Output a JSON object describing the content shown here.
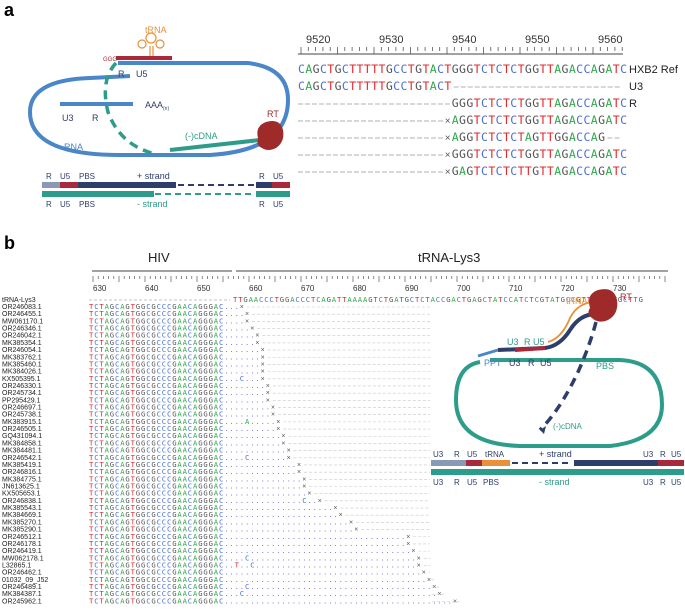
{
  "panel_a": {
    "label": "a",
    "schematic": {
      "trna": "tRNA",
      "ggg": "GGG",
      "r_top": "R",
      "u5_top": "U5",
      "aaa": "AAA",
      "aaa_sub": "(n)",
      "u3": "U3",
      "r_mid": "R",
      "rt": "RT",
      "rna": "RNA",
      "cdna": "(-)cDNA",
      "bar_top": {
        "r": "R",
        "u5": "U5",
        "pbs": "PBS",
        "strand": "+ strand",
        "r2": "R",
        "u52": "U5"
      },
      "bar_bottom": {
        "r": "R",
        "u5": "U5",
        "pbs": "PBS",
        "strand": "- strand",
        "r2": "R",
        "u52": "U5"
      }
    },
    "alignment": {
      "ruler": [
        "9520",
        "9530",
        "9540",
        "9550",
        "9560"
      ],
      "rows": [
        {
          "seq": "CAGCTGCTTTTTGCCTGTACTGGGTCTCTCTGGTTAGACCAGATC",
          "lead": "",
          "label": "HXB2 Ref"
        },
        {
          "seq": "CAGCTGCTTTTTGCCTGTACT",
          "lead": "",
          "label": "U3"
        },
        {
          "seq": "GGGTCTCTCTGGTTAGACCAGATC",
          "lead": "",
          "label": "R"
        },
        {
          "seq": "AGGTCTCTCTGGTTAGACCAGATC",
          "lead": "×",
          "label": ""
        },
        {
          "seq": "AGGTCTCTCTAGTTGGACCAG",
          "lead": "×",
          "label": ""
        },
        {
          "seq": "GGGTCTCTCTGGTTAGACCAGATC",
          "lead": "×",
          "label": ""
        },
        {
          "seq": "GAGTCTCTCTTGTTAGACCAGATC",
          "lead": "×",
          "label": ""
        }
      ]
    }
  },
  "panel_b": {
    "label": "b",
    "region_hiv": "HIV",
    "region_trna": "tRNA-Lys3",
    "ruler": [
      "630",
      "640",
      "650",
      "660",
      "670",
      "680",
      "690",
      "700",
      "710",
      "720",
      "730"
    ],
    "ref_label": "tRNA-Lys3",
    "ref_seq": "TTGAACCCTGGACCCTCAGATTAAAAGTCTGATGCTCTACCGACTGAGCTATCCATCTCGTATGCCGTTCTTCTGCTTG",
    "hiv_seq": "TCTAGCAGTGGCGCCCGAACAGGGAC",
    "rows": [
      {
        "id": "OR246083.1",
        "ext": "..."
      },
      {
        "id": "OR246455.1",
        "ext": "...."
      },
      {
        "id": "MW061170.1",
        "ext": "...."
      },
      {
        "id": "OR246346.1",
        "ext": "....."
      },
      {
        "id": "OR246042.1",
        "ext": "......"
      },
      {
        "id": "MK385354.1",
        "ext": "......"
      },
      {
        "id": "OR246054.1",
        "ext": "......."
      },
      {
        "id": "MK383762.1",
        "ext": "......."
      },
      {
        "id": "MK385460.1",
        "ext": "......."
      },
      {
        "id": "MK384026.1",
        "ext": "......."
      },
      {
        "id": "KX505395.1",
        "ext": "...C..."
      },
      {
        "id": "OR246330.1",
        "ext": "........"
      },
      {
        "id": "OR245734.1",
        "ext": "........"
      },
      {
        "id": "PP295429.1",
        "ext": "........"
      },
      {
        "id": "OR246697.1",
        "ext": "........."
      },
      {
        "id": "OR245738.1",
        "ext": "........."
      },
      {
        "id": "MK383915.1",
        "ext": "....A....."
      },
      {
        "id": "OR246505.1",
        "ext": ".........."
      },
      {
        "id": "GQ431094.1",
        "ext": "..........."
      },
      {
        "id": "MK384858.1",
        "ext": "..........."
      },
      {
        "id": "MK384481.1",
        "ext": "............"
      },
      {
        "id": "OR246542.1",
        "ext": "....C......."
      },
      {
        "id": "MK385419.1",
        "ext": ".............."
      },
      {
        "id": "OR246816.1",
        "ext": ".............."
      },
      {
        "id": "MK384775.1",
        "ext": "..............."
      },
      {
        "id": "JN613625.1",
        "ext": "..............."
      },
      {
        "id": "KX505653.1",
        "ext": "................"
      },
      {
        "id": "OR246838.1",
        "ext": "...............C.."
      },
      {
        "id": "MK385543.1",
        "ext": "....................."
      },
      {
        "id": "MK384669.1",
        "ext": "......................"
      },
      {
        "id": "MK385270.1",
        "ext": "........................"
      },
      {
        "id": "MK385290.1",
        "ext": "........................."
      },
      {
        "id": "OR246512.1",
        "ext": "..................................."
      },
      {
        "id": "OR246178.1",
        "ext": "..................................."
      },
      {
        "id": "OR246419.1",
        "ext": "...................................."
      },
      {
        "id": "MW062178.1",
        "ext": "....C................................"
      },
      {
        "id": "L32865.1",
        "ext": "..T..C..............................."
      },
      {
        "id": "OR246462.1",
        "ext": "......................................"
      },
      {
        "id": "01032_09_J52",
        "ext": "......................................."
      },
      {
        "id": "OR246489.1",
        "ext": "....C..................................."
      },
      {
        "id": "MK384387.1",
        "ext": "...C....................................."
      },
      {
        "id": "OR245962.1",
        "ext": "............................................"
      }
    ],
    "schematic": {
      "trna": "tRNA",
      "rt": "RT",
      "u3": "U3",
      "r": "R",
      "u5": "U5",
      "ppt": "PPT",
      "u3b": "U3",
      "rb": "R",
      "u5b": "U5",
      "pbs": "PBS",
      "cdna": "(-)cDNA",
      "bar_top": {
        "u3": "U3",
        "r": "R",
        "u5": "U5",
        "trna": "tRNA",
        "strand": "+ strand",
        "u3b": "U3",
        "rb": "R",
        "u5b": "U5"
      },
      "bar_bottom": {
        "u3": "U3",
        "r": "R",
        "u5": "U5",
        "pbs": "PBS",
        "strand": "- strand",
        "u3b": "U3",
        "rb": "R",
        "u5b": "U5"
      }
    }
  },
  "colors": {
    "A": "#2fa84a",
    "C": "#4a6fd4",
    "G": "#555555",
    "T": "#e0282d",
    "dot": "#7b6fd6",
    "rna": "#4a86c8",
    "cdna": "#2e9c8a",
    "dark": "#2d3e6a",
    "red": "#a82a3a",
    "trna": "#e8903a",
    "rt": "#9e2a2a"
  }
}
